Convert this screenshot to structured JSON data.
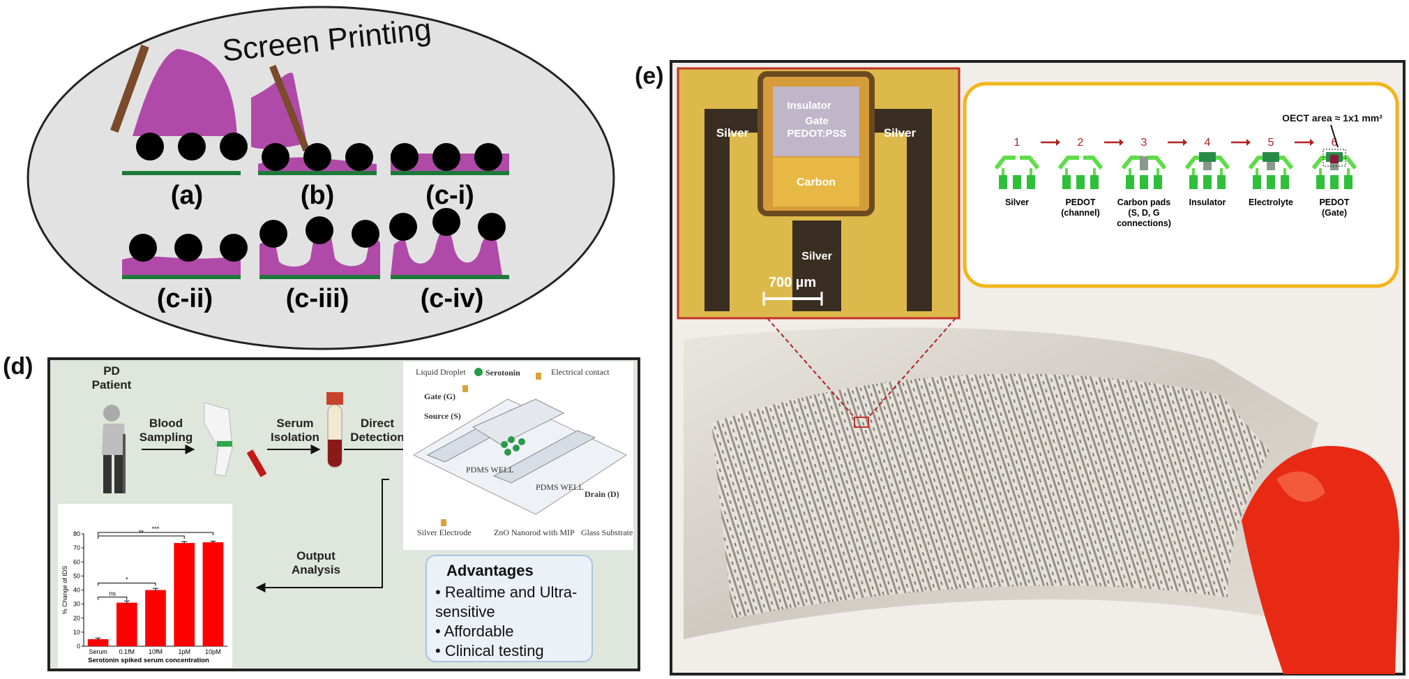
{
  "panel_c": {
    "title": "Screen Printing",
    "steps": [
      "(a)",
      "(b)",
      "(c-i)",
      "(c-ii)",
      "(c-iii)",
      "(c-iv)"
    ]
  },
  "panel_d": {
    "letter": "(d)",
    "patient": "PD\nPatient",
    "flow": {
      "blood_sampling": "Blood\nSampling",
      "serum_isolation": "Serum\nIsolation",
      "direct_detection": "Direct\nDetection",
      "output_analysis": "Output\nAnalysis"
    },
    "device_legend": {
      "liquid_droplet": "Liquid Droplet",
      "serotonin": "Serotonin",
      "electrical_contact": "Electrical contact",
      "gate": "Gate (G)",
      "source": "Source (S)",
      "drain": "Drain (D)",
      "pdms_well": "PDMS WELL",
      "silver_electrode": "Silver Electrode",
      "zno": "ZnO Nanorod with MIP",
      "glass": "Glass Substrate"
    },
    "advantages": {
      "title": "Advantages",
      "items": [
        "Realtime and Ultra-sensitive",
        "Affordable",
        "Clinical testing"
      ]
    }
  },
  "chart_data": {
    "type": "bar",
    "categories": [
      "Serum",
      "0.1fM",
      "10fM",
      "1pM",
      "10pM"
    ],
    "values": [
      5,
      31,
      40,
      73.5,
      74
    ],
    "errors": [
      0.8,
      1.2,
      1.2,
      1,
      0.8
    ],
    "xlabel": "Serotonin spiked serum concentration",
    "ylabel": "% Change of IDS",
    "ylim": [
      0,
      80
    ],
    "yticks": [
      0,
      10,
      20,
      30,
      40,
      50,
      60,
      70,
      80
    ],
    "significance": [
      {
        "from": 0,
        "to": 1,
        "label": "ns"
      },
      {
        "from": 0,
        "to": 2,
        "label": "*"
      },
      {
        "from": 0,
        "to": 3,
        "label": "**"
      },
      {
        "from": 0,
        "to": 4,
        "label": "***"
      }
    ],
    "bar_color": "#ff0000"
  },
  "panel_e": {
    "letter": "(e)",
    "micrograph": {
      "insulator": "Insulator",
      "gate": "Gate",
      "pedot": "PEDOT:PSS",
      "silver_left": "Silver",
      "silver_right": "Silver",
      "carbon": "Carbon",
      "silver_bottom": "Silver",
      "scale": "700 µm"
    },
    "process": {
      "oect_area": "OECT area ≈ 1x1 mm²",
      "steps": [
        {
          "num": "1",
          "label": "Silver"
        },
        {
          "num": "2",
          "label": "PEDOT\n(channel)"
        },
        {
          "num": "3",
          "label": "Carbon pads\n(S, D, G\nconnections)"
        },
        {
          "num": "4",
          "label": "Insulator"
        },
        {
          "num": "5",
          "label": "Electrolyte"
        },
        {
          "num": "6",
          "label": "PEDOT\n(Gate)"
        }
      ]
    }
  }
}
